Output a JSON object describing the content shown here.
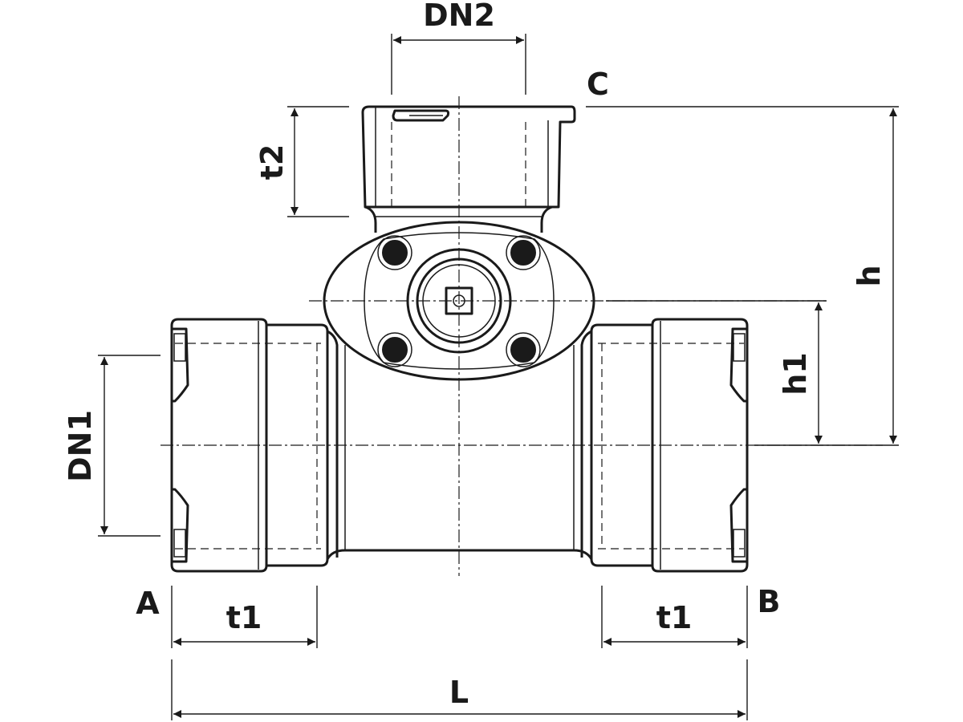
{
  "labels": {
    "dn2": "DN2",
    "dn1": "DN1",
    "c": "C",
    "a": "A",
    "b": "B",
    "t1_left": "t1",
    "t1_right": "t1",
    "t2": "t2",
    "h": "h",
    "h1": "h1",
    "l": "L"
  }
}
